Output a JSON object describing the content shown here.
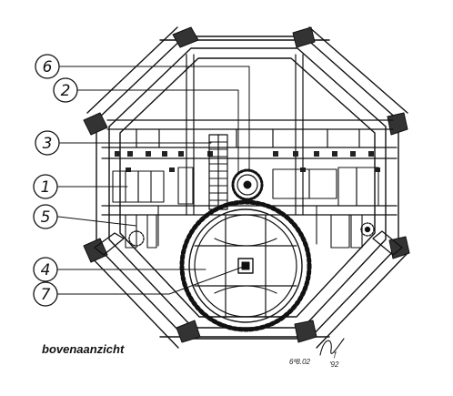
{
  "caption": "bovenaanzicht",
  "signature": {
    "code": "6ª8.02",
    "initials": "ƒ",
    "year": "'92"
  },
  "callouts": [
    {
      "label": "6"
    },
    {
      "label": "2"
    },
    {
      "label": "3"
    },
    {
      "label": "1"
    },
    {
      "label": "5"
    },
    {
      "label": "4"
    },
    {
      "label": "7"
    }
  ]
}
